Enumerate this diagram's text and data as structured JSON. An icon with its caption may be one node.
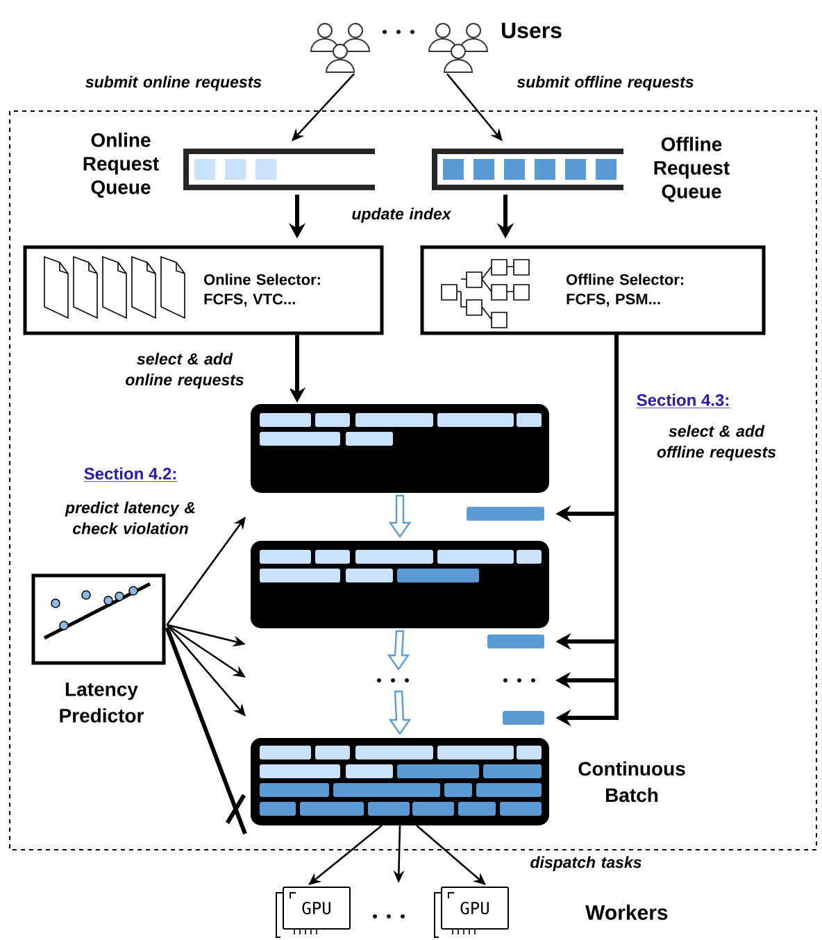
{
  "diagram": {
    "nodes": [
      {
        "text": [],
        "shape": "person"
      },
      {
        "text": [],
        "shape": "person",
        "beside": [
          "Users"
        ]
      },
      {
        "text": [
          "Online Request Queue"
        ]
      },
      {
        "text": [
          "Offline Request Queue"
        ]
      },
      {
        "text": [
          "Online Selector: FCFS, VTC..."
        ]
      },
      {
        "text": [
          "Offline Selector: FCFS, PSM..."
        ]
      },
      {
        "text": [],
        "shape": "box"
      },
      {
        "text": [],
        "shape": "bar"
      },
      {
        "text": [],
        "shape": "box"
      },
      {
        "text": [],
        "shape": "bar"
      },
      {
        "text": [],
        "shape": "bar"
      },
      {
        "text": [
          "Continuous Batch"
        ]
      },
      {
        "text": [
          "Latency Predictor"
        ]
      },
      {
        "text": [
          "GPU"
        ]
      },
      {
        "text": [
          "GPU"
        ],
        "beside": [
          "Workers"
        ]
      }
    ],
    "edges": [
      {
        "from": 0,
        "to": 2,
        "arrow": "to",
        "label": "submit online requests"
      },
      {
        "from": 1,
        "to": 3,
        "arrow": "to",
        "label": "submit offline requests"
      },
      {
        "from": 2,
        "to": 4,
        "arrow": "to",
        "style": "thick"
      },
      {
        "from": 3,
        "to": 5,
        "arrow": "to",
        "style": "thick"
      },
      {
        "from": 4,
        "to": 6,
        "arrow": "to",
        "style": "thick",
        "label": "select & add online requests"
      },
      {
        "from": 5,
        "to": 7,
        "arrow": "to",
        "style": "thick"
      },
      {
        "from": 5,
        "to": 9,
        "arrow": "to",
        "style": "thick"
      },
      {
        "from": 5,
        "to": null,
        "arrow": "to",
        "style": "thick"
      },
      {
        "from": 5,
        "to": 10,
        "arrow": "to",
        "style": "thick"
      },
      {
        "from": 6,
        "to": 8,
        "arrow": "to",
        "color": "#5b9bd5"
      },
      {
        "from": 8,
        "to": null,
        "arrow": "to",
        "color": "#5b9bd5"
      },
      {
        "from": null,
        "to": 11,
        "arrow": "to",
        "color": "#5b9bd5"
      },
      {
        "from": 12,
        "to": null,
        "arrow": "to"
      },
      {
        "from": 12,
        "to": null,
        "arrow": "to"
      },
      {
        "from": 12,
        "to": null,
        "arrow": "to"
      },
      {
        "from": 12,
        "to": null,
        "arrow": "to"
      },
      {
        "from": 12,
        "to": 11,
        "arrow": "none",
        "style": "thick"
      },
      {
        "from": 11,
        "to": 13,
        "arrow": "to"
      },
      {
        "from": 11,
        "to": null,
        "arrow": "to"
      },
      {
        "from": 11,
        "to": 14,
        "arrow": "to",
        "label": "dispatch tasks"
      }
    ],
    "labels": [
      "update index",
      "Section 4.3:",
      "select & add offline requests",
      "Section 4.2:",
      "predict latency & check violation"
    ]
  }
}
